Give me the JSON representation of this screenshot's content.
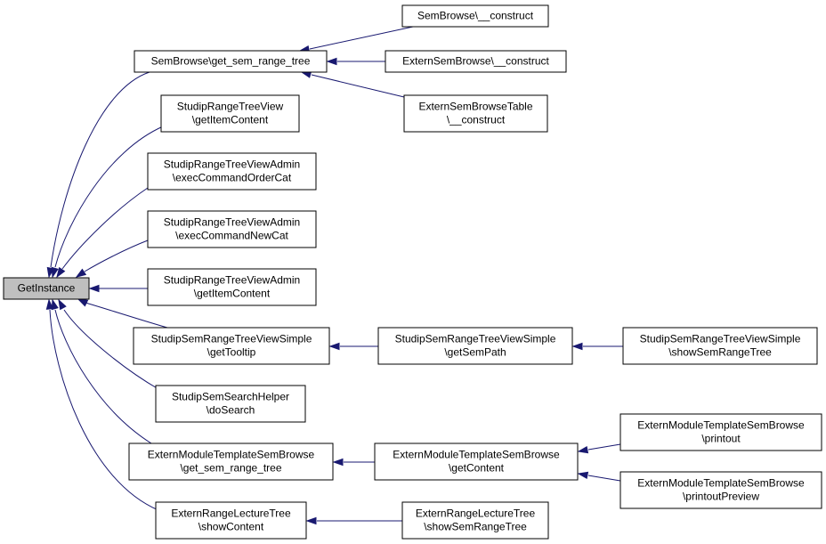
{
  "colors": {
    "edge": "#191970",
    "node_fill": "#ffffff",
    "focus_fill": "#bfbfbf",
    "border": "#000000"
  },
  "nodes": [
    {
      "id": "getinstance",
      "lines": [
        "GetInstance"
      ],
      "focus": true
    },
    {
      "id": "sembrowse-get-sem-range-tree",
      "lines": [
        "SemBrowse\\get_sem_range_tree"
      ]
    },
    {
      "id": "studiprangetreeview-getitemcontent",
      "lines": [
        "StudipRangeTreeView",
        "\\getItemContent"
      ]
    },
    {
      "id": "studiprangetreeviewadmin-execcommandordercat",
      "lines": [
        "StudipRangeTreeViewAdmin",
        "\\execCommandOrderCat"
      ]
    },
    {
      "id": "studiprangetreeviewadmin-execcommandnewcat",
      "lines": [
        "StudipRangeTreeViewAdmin",
        "\\execCommandNewCat"
      ]
    },
    {
      "id": "studiprangetreeviewadmin-getitemcontent",
      "lines": [
        "StudipRangeTreeViewAdmin",
        "\\getItemContent"
      ]
    },
    {
      "id": "studipsemrangetreeviewsimple-gettooltip",
      "lines": [
        "StudipSemRangeTreeViewSimple",
        "\\getTooltip"
      ]
    },
    {
      "id": "studipsemsearchhelper-dosearch",
      "lines": [
        "StudipSemSearchHelper",
        "\\doSearch"
      ]
    },
    {
      "id": "externmoduletemplatesembrowse-get-sem-range-tree",
      "lines": [
        "ExternModuleTemplateSemBrowse",
        "\\get_sem_range_tree"
      ]
    },
    {
      "id": "externrangelecturetree-showcontent",
      "lines": [
        "ExternRangeLectureTree",
        "\\showContent"
      ]
    },
    {
      "id": "sembrowse-construct",
      "lines": [
        "SemBrowse\\__construct"
      ]
    },
    {
      "id": "externsembrowse-construct",
      "lines": [
        "ExternSemBrowse\\__construct"
      ]
    },
    {
      "id": "externsembrowsetable-construct",
      "lines": [
        "ExternSemBrowseTable",
        "\\__construct"
      ]
    },
    {
      "id": "studipsemrangetreeviewsimple-getsempath",
      "lines": [
        "StudipSemRangeTreeViewSimple",
        "\\getSemPath"
      ]
    },
    {
      "id": "studipsemrangetreeviewsimple-showsemrangetree",
      "lines": [
        "StudipSemRangeTreeViewSimple",
        "\\showSemRangeTree"
      ]
    },
    {
      "id": "externmoduletemplatesembrowse-getcontent",
      "lines": [
        "ExternModuleTemplateSemBrowse",
        "\\getContent"
      ]
    },
    {
      "id": "externmoduletemplatesembrowse-printout",
      "lines": [
        "ExternModuleTemplateSemBrowse",
        "\\printout"
      ]
    },
    {
      "id": "externmoduletemplatesembrowse-printoutpreview",
      "lines": [
        "ExternModuleTemplateSemBrowse",
        "\\printoutPreview"
      ]
    },
    {
      "id": "externrangelecturetree-showsemrangetree",
      "lines": [
        "ExternRangeLectureTree",
        "\\showSemRangeTree"
      ]
    }
  ],
  "edges": [
    {
      "from": "sembrowse-get-sem-range-tree",
      "to": "getinstance"
    },
    {
      "from": "studiprangetreeview-getitemcontent",
      "to": "getinstance"
    },
    {
      "from": "studiprangetreeviewadmin-execcommandordercat",
      "to": "getinstance"
    },
    {
      "from": "studiprangetreeviewadmin-execcommandnewcat",
      "to": "getinstance"
    },
    {
      "from": "studiprangetreeviewadmin-getitemcontent",
      "to": "getinstance"
    },
    {
      "from": "studipsemrangetreeviewsimple-gettooltip",
      "to": "getinstance"
    },
    {
      "from": "studipsemsearchhelper-dosearch",
      "to": "getinstance"
    },
    {
      "from": "externmoduletemplatesembrowse-get-sem-range-tree",
      "to": "getinstance"
    },
    {
      "from": "externrangelecturetree-showcontent",
      "to": "getinstance"
    },
    {
      "from": "sembrowse-construct",
      "to": "sembrowse-get-sem-range-tree"
    },
    {
      "from": "externsembrowse-construct",
      "to": "sembrowse-get-sem-range-tree"
    },
    {
      "from": "externsembrowsetable-construct",
      "to": "sembrowse-get-sem-range-tree"
    },
    {
      "from": "studipsemrangetreeviewsimple-getsempath",
      "to": "studipsemrangetreeviewsimple-gettooltip"
    },
    {
      "from": "studipsemrangetreeviewsimple-showsemrangetree",
      "to": "studipsemrangetreeviewsimple-getsempath"
    },
    {
      "from": "externmoduletemplatesembrowse-getcontent",
      "to": "externmoduletemplatesembrowse-get-sem-range-tree"
    },
    {
      "from": "externmoduletemplatesembrowse-printout",
      "to": "externmoduletemplatesembrowse-getcontent"
    },
    {
      "from": "externmoduletemplatesembrowse-printoutpreview",
      "to": "externmoduletemplatesembrowse-getcontent"
    },
    {
      "from": "externrangelecturetree-showsemrangetree",
      "to": "externrangelecturetree-showcontent"
    }
  ]
}
